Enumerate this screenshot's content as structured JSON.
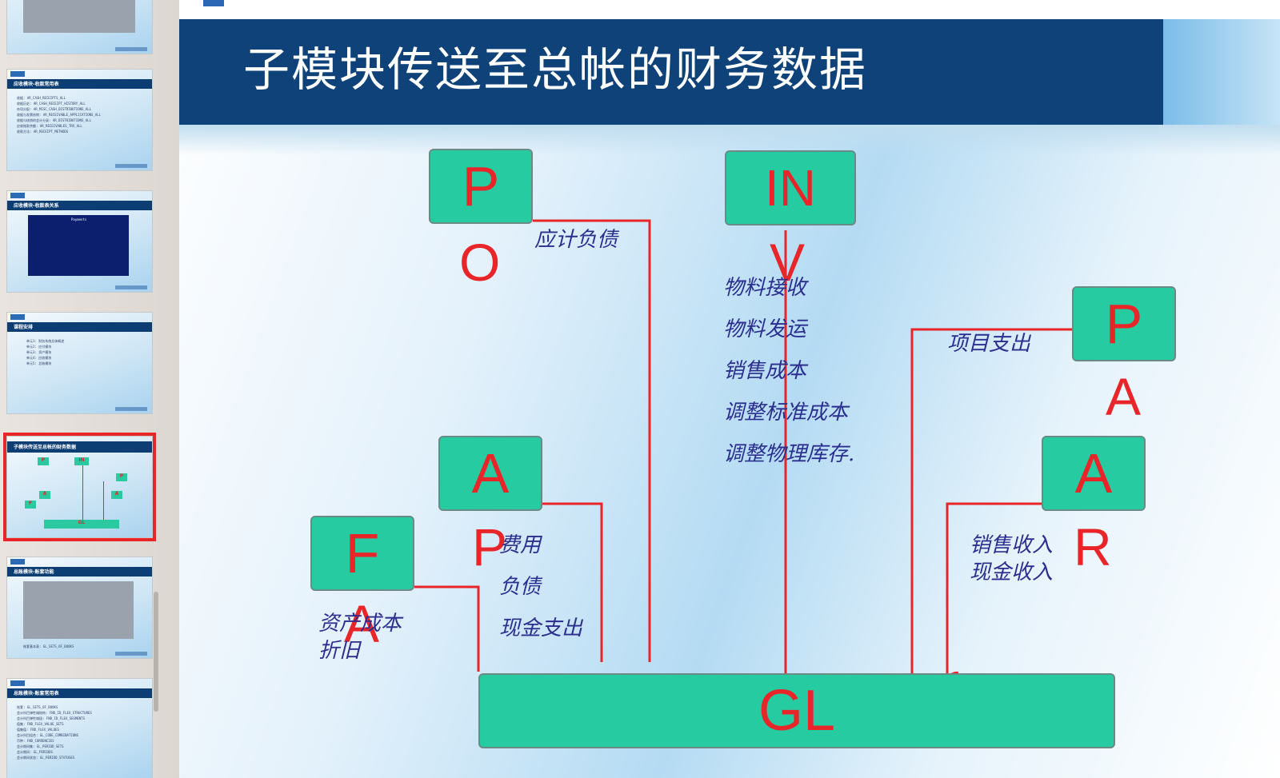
{
  "thumbnails": [
    {
      "title": "",
      "lines": "",
      "selected": false
    },
    {
      "title": "应收模块-收款常用表",
      "lines": "收据: AR_CASH_RECEIPTS_ALL\n收据历史: AR_CASH_RECEIPT_HISTORY_ALL\n杂项分配: AR_MISC_CASH_DISTRIBUTIONS_ALL\n收据与发票核销: AR_RECEIVABLE_APPLICATIONS_ALL\n收据与核销的会计分录: AR_DISTRIBUTIONS_ALL\n应收账款余额: AR_RECEIVABLES_TRX_ALL\n收款方法: AR_RECEIPT_METHODS",
      "selected": false
    },
    {
      "title": "应收模块-收款表关系",
      "lines": "Payments",
      "selected": false
    },
    {
      "title": "课程安排",
      "lines": "单元1: 财务系统总体概述\n单元2: 应付模块\n单元3: 资产模块\n单元4: 应收模块\n单元5: 总账模块",
      "selected": false
    },
    {
      "title": "子模块传送至总帐的财务数据",
      "lines": "",
      "selected": true
    },
    {
      "title": "总账模块-账套功能",
      "lines": "账套基本表: GL_SETS_OF_BOOKS",
      "selected": false
    },
    {
      "title": "总账模块-账套常用表",
      "lines": "账套: GL_SETS_OF_BOOKS\n会计科目弹性域结构: FND_ID_FLEX_STRUCTURES\n会计科目弹性域段: FND_ID_FLEX_SEGMENTS\n值集: FND_FLEX_VALUE_SETS\n值集值: FND_FLEX_VALUES\n会计科目组合: GL_CODE_COMBINATIONS\n币种: FND_CURRENCIES\n会计期间集: GL_PERIOD_SETS\n会计期间: GL_PERIODS\n会计期间状态: GL_PERIOD_STATUSES",
      "selected": false
    }
  ],
  "slide": {
    "title": "子模块传送至总帐的财务数据",
    "modules": {
      "po": {
        "box": "P",
        "below": "O"
      },
      "inv": {
        "box": "IN",
        "below": "V"
      },
      "pa": {
        "box": "P",
        "below": "A"
      },
      "ap": {
        "box": "A",
        "below": "P"
      },
      "ar": {
        "box": "A",
        "below": "R"
      },
      "fa": {
        "box": "F",
        "below": "A"
      },
      "gl": {
        "box": "GL"
      }
    },
    "notes": {
      "po": "应计负债",
      "inv": [
        "物料接收",
        "物料发运",
        "销售成本",
        "调整标准成本",
        "调整物理库存."
      ],
      "pa": "项目支出",
      "ap": [
        "费用",
        "负债",
        "现金支出"
      ],
      "ar": [
        "销售收入",
        "现金收入"
      ],
      "fa": [
        "资产成本",
        "折旧"
      ]
    }
  },
  "colors": {
    "module_fill": "#27cba2",
    "module_text": "#e8262a",
    "connector": "#e8262a",
    "note_text": "#2b2e8e",
    "title_bar": "#0e4279"
  }
}
